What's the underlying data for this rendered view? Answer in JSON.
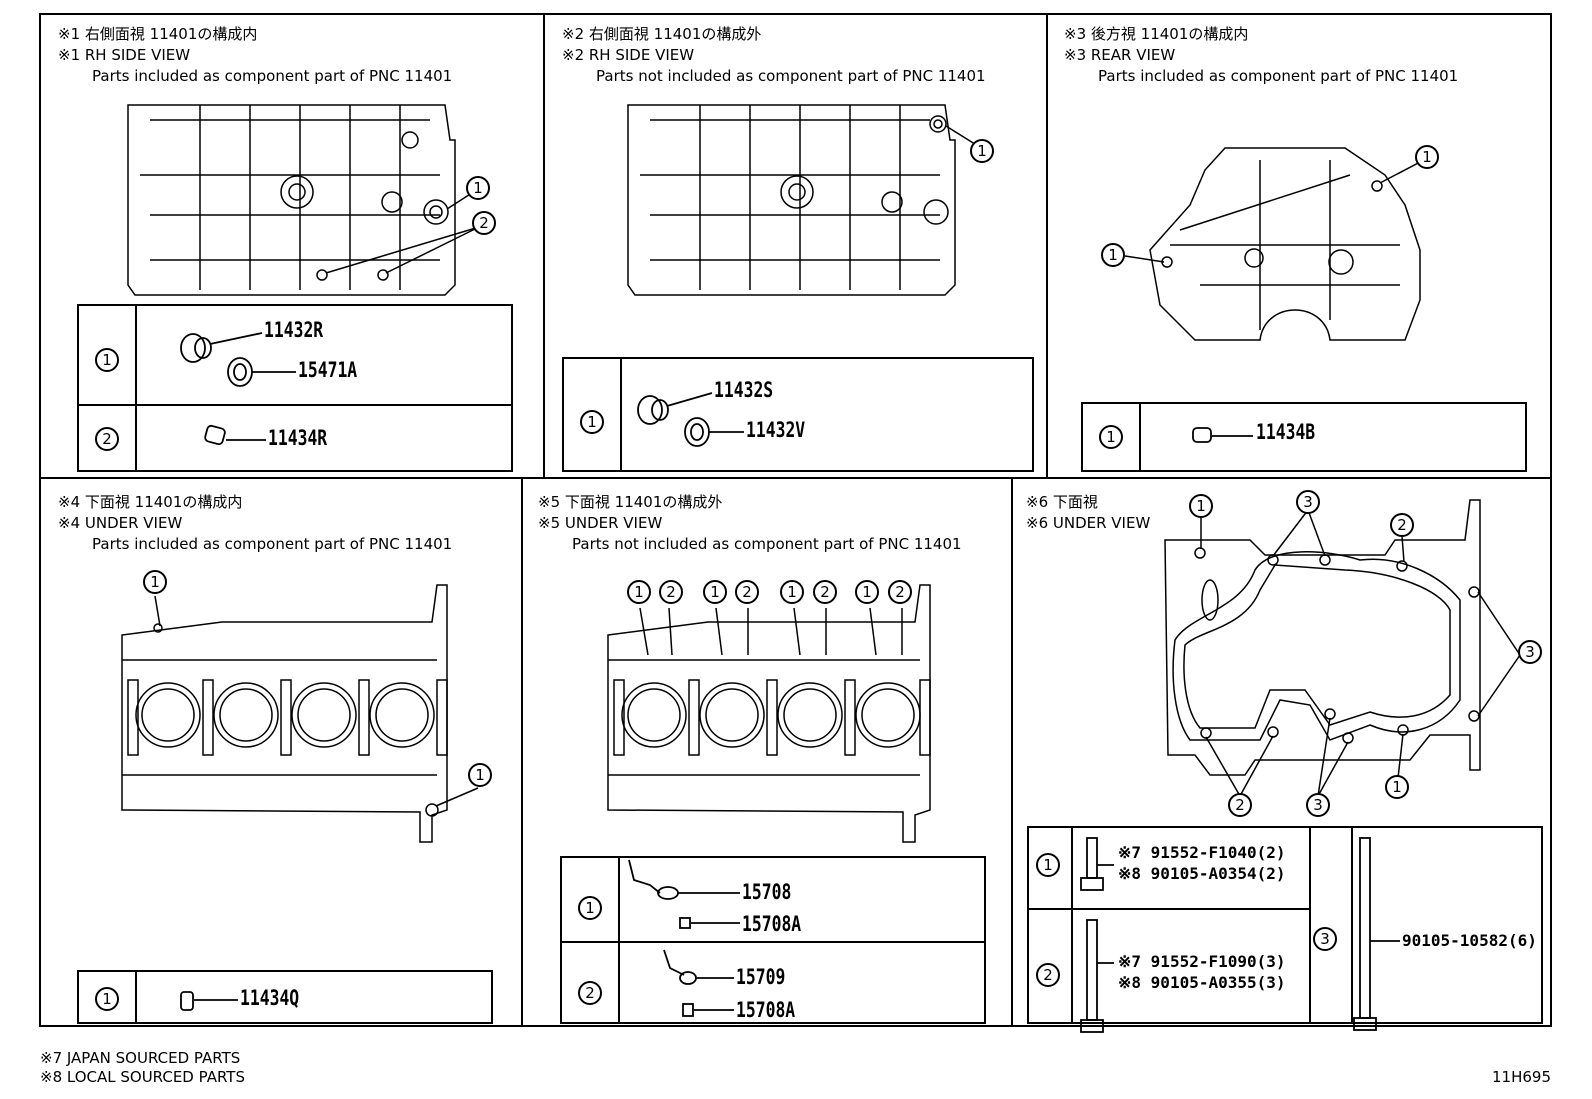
{
  "panels": [
    {
      "h1": "※1 右側面視 11401の構成内",
      "h2": "※1 RH SIDE VIEW",
      "h3": "Parts included as component part of PNC 11401"
    },
    {
      "h1": "※2 右側面視 11401の構成外",
      "h2": "※2 RH SIDE VIEW",
      "h3": "Parts not included as component part of PNC 11401"
    },
    {
      "h1": "※3 後方視 11401の構成内",
      "h2": "※3 REAR VIEW",
      "h3": "Parts included as component part of PNC 11401"
    },
    {
      "h1": "※4 下面視 11401の構成内",
      "h2": "※4 UNDER VIEW",
      "h3": "Parts included as component part of PNC 11401"
    },
    {
      "h1": "※5 下面視 11401の構成外",
      "h2": "※5 UNDER VIEW",
      "h3": "Parts not included as component part of PNC 11401"
    },
    {
      "h1": "※6 下面視",
      "h2": "※6 UNDER VIEW",
      "h3": ""
    }
  ],
  "callouts": {
    "one": "1",
    "two": "2",
    "three": "3"
  },
  "parts": {
    "p1": [
      "11432R",
      "15471A",
      "11434R"
    ],
    "p2": [
      "11432S",
      "11432V"
    ],
    "p3": [
      "11434B"
    ],
    "p4": [
      "11434Q"
    ],
    "p5": [
      "15708",
      "15708A",
      "15709",
      "15708A"
    ],
    "p6": {
      "row1a": "※7 91552-F1040(2)",
      "row1b": "※8 90105-A0354(2)",
      "row2a": "※7 91552-F1090(3)",
      "row2b": "※8 90105-A0355(3)",
      "row3": "90105-10582(6)"
    }
  },
  "footer": {
    "note7": "※7  JAPAN SOURCED PARTS",
    "note8": "※8  LOCAL SOURCED PARTS",
    "code": "11H695"
  }
}
